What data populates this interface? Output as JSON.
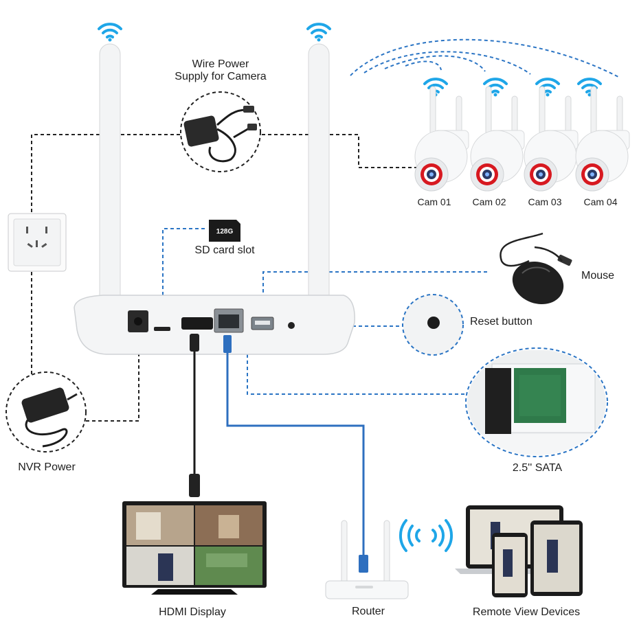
{
  "labels": {
    "power_supply": [
      "Wire Power",
      "Supply for Camera"
    ],
    "sd_card_slot": "SD card slot",
    "sd_capacity": "128G",
    "mouse": "Mouse",
    "reset_button": "Reset button",
    "sata": "2.5'' SATA",
    "nvr_power": "NVR Power",
    "hdmi_display": "HDMI Display",
    "router": "Router",
    "remote_view": "Remote View Devices"
  },
  "cameras": [
    {
      "label": "Cam 01"
    },
    {
      "label": "Cam 02"
    },
    {
      "label": "Cam 03"
    },
    {
      "label": "Cam 04"
    }
  ],
  "colors": {
    "wifi_blue": "#1fa6e8",
    "blue_dash": "#2a74c4",
    "blue_cable": "#2e6fbf",
    "black_dash": "#222222",
    "device_white": "#f4f5f6"
  }
}
